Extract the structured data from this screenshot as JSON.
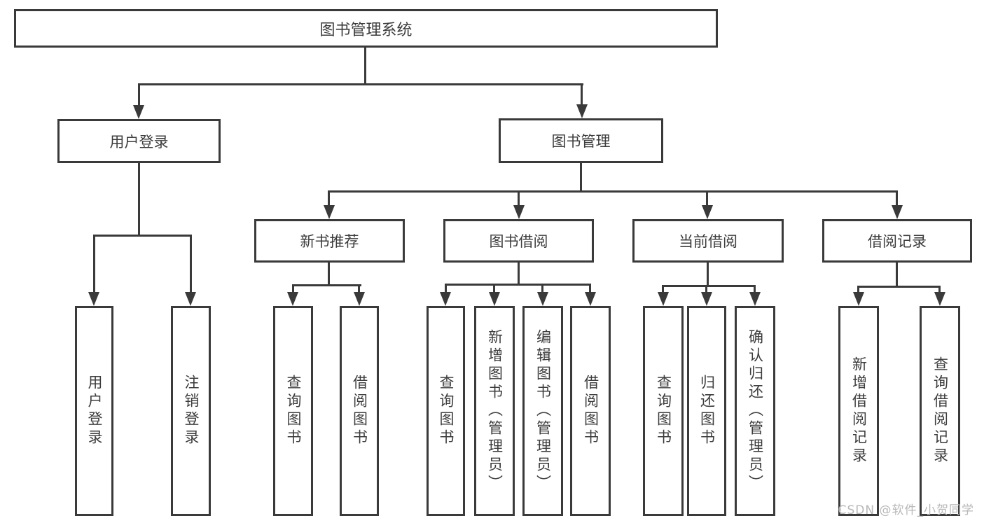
{
  "diagram": {
    "root": {
      "label": "图书管理系统"
    },
    "level2": [
      {
        "label": "用户登录"
      },
      {
        "label": "图书管理"
      }
    ],
    "level3": [
      {
        "label": "新书推荐"
      },
      {
        "label": "图书借阅"
      },
      {
        "label": "当前借阅"
      },
      {
        "label": "借阅记录"
      }
    ],
    "leaves": {
      "user": [
        "用户登录",
        "注销登录"
      ],
      "recommend": [
        "查询图书",
        "借阅图书"
      ],
      "borrow": [
        "查询图书",
        "新增图书（管理员）",
        "编辑图书（管理员）",
        "借阅图书"
      ],
      "current": [
        "查询图书",
        "归还图书",
        "确认归还（管理员）"
      ],
      "records": [
        "新增借阅记录",
        "查询借阅记录"
      ]
    },
    "watermark": "CSDN @软件_小贺同学",
    "colors": {
      "line": "#3a3a3a",
      "text": "#3c3c3c",
      "watermark": "#b8b8b8",
      "background": "#ffffff"
    }
  }
}
